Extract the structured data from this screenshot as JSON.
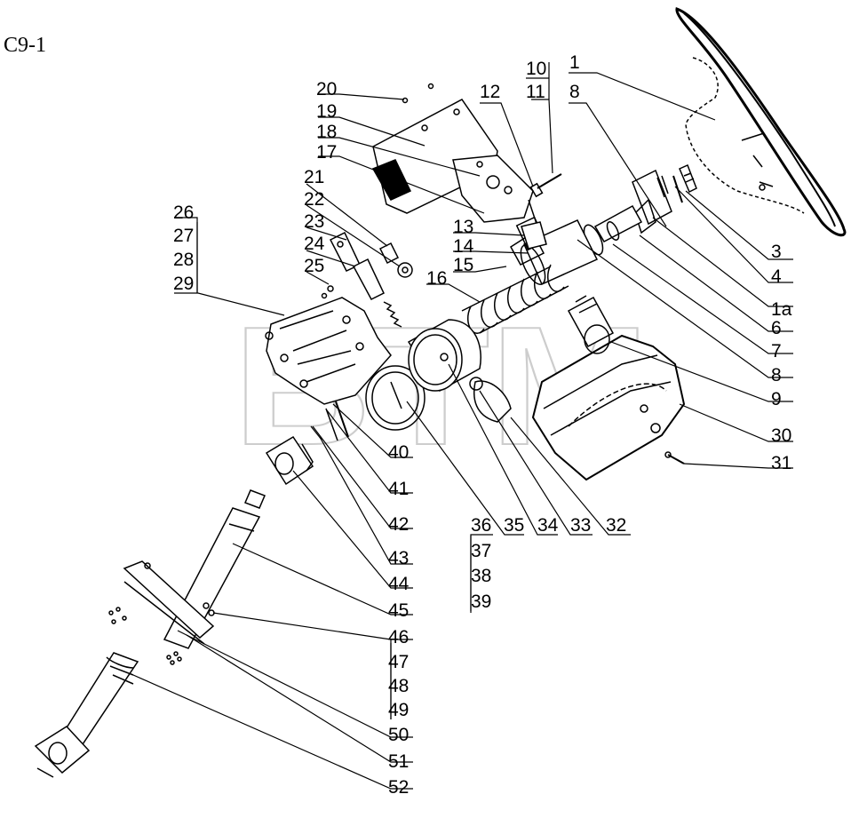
{
  "diagram": {
    "code": "C9-1",
    "watermark": "BTM",
    "watermark_mark": "®",
    "callouts": [
      "1",
      "1a",
      "3",
      "4",
      "6",
      "7",
      "8",
      "8",
      "9",
      "10",
      "11",
      "12",
      "13",
      "14",
      "15",
      "16",
      "17",
      "18",
      "19",
      "20",
      "21",
      "22",
      "23",
      "24",
      "25",
      "26",
      "27",
      "28",
      "29",
      "30",
      "31",
      "32",
      "33",
      "34",
      "35",
      "36",
      "37",
      "38",
      "39",
      "40",
      "41",
      "42",
      "43",
      "44",
      "45",
      "46",
      "47",
      "48",
      "49",
      "50",
      "51",
      "52"
    ]
  }
}
